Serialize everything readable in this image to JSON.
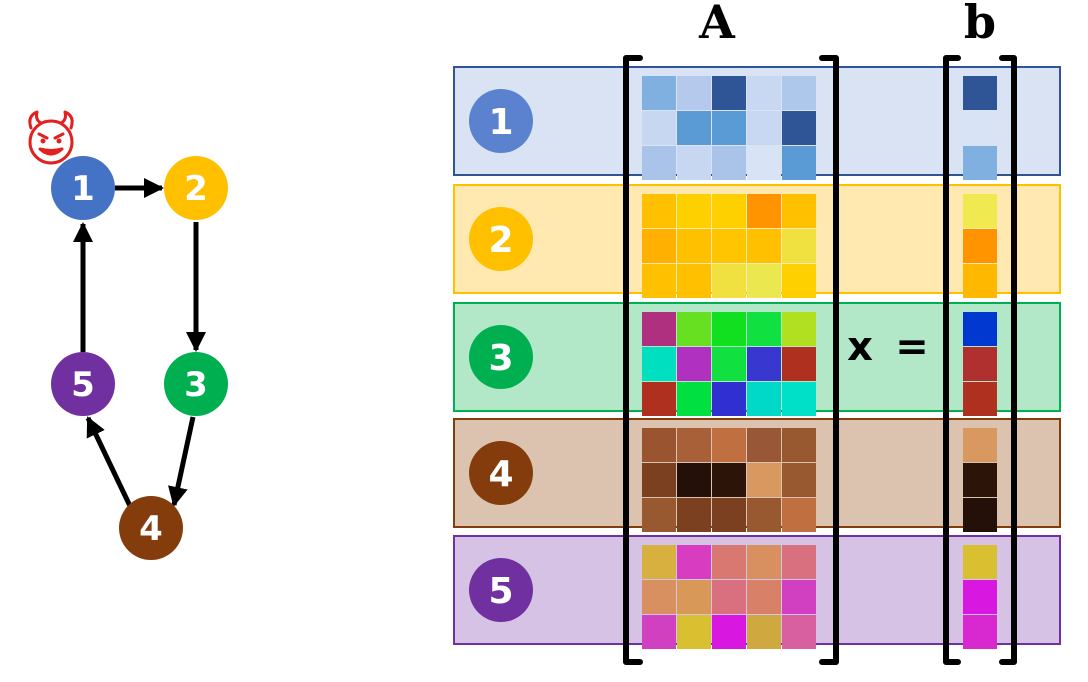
{
  "graph": {
    "attacker_icon": "devil-face-icon",
    "attacker_node": "1",
    "nodes": [
      {
        "label": "1",
        "color": "#4472C4"
      },
      {
        "label": "2",
        "color": "#FFC000"
      },
      {
        "label": "3",
        "color": "#00B050"
      },
      {
        "label": "4",
        "color": "#843C0C"
      },
      {
        "label": "5",
        "color": "#7030A0"
      }
    ],
    "edges": [
      [
        "1",
        "2"
      ],
      [
        "2",
        "3"
      ],
      [
        "3",
        "4"
      ],
      [
        "4",
        "5"
      ],
      [
        "5",
        "1"
      ]
    ]
  },
  "equation": {
    "matrix_label": "A",
    "vector_label": "b",
    "x_symbol": "x",
    "equals_symbol": "="
  },
  "rows": [
    {
      "label": "1",
      "band_fill": "#DAE3F3",
      "band_border": "#2F5597",
      "circle": "#5B82CF",
      "a_cells": [
        [
          "#7FB0E0",
          "#B4C9EC",
          "#2F5597",
          "#C9D8F2",
          "#ADC8EA"
        ],
        [
          "#C7D6F1",
          "#5B9BD5",
          "#5B9BD5",
          "#C9D8F2",
          "#2F5597"
        ],
        [
          "#A9C4E8",
          "#C7D6F1",
          "#A9C4E8",
          "#D9E3F6",
          "#5B9BD5"
        ]
      ],
      "b_cells": [
        "#2F5597",
        "#D9E3F6",
        "#7FB0E0"
      ]
    },
    {
      "label": "2",
      "band_fill": "#FFE9B0",
      "band_border": "#FFC000",
      "circle": "#FFC000",
      "a_cells": [
        [
          "#FFC000",
          "#FFD000",
          "#FFD000",
          "#FF9400",
          "#FFC000"
        ],
        [
          "#FFB000",
          "#FFC000",
          "#FFC600",
          "#FFC000",
          "#F0E040"
        ],
        [
          "#FFC000",
          "#FFC000",
          "#F0E040",
          "#EAE84E",
          "#FFD000"
        ]
      ],
      "b_cells": [
        "#F0EA50",
        "#FF9400",
        "#FFB800"
      ]
    },
    {
      "label": "3",
      "band_fill": "#B2E8C8",
      "band_border": "#00B050",
      "circle": "#00B050",
      "a_cells": [
        [
          "#B03080",
          "#66E020",
          "#10E020",
          "#10E040",
          "#B0E020"
        ],
        [
          "#00E0C0",
          "#B030C0",
          "#10E040",
          "#3838D0",
          "#B03020"
        ],
        [
          "#B03020",
          "#00E040",
          "#3030D0",
          "#00D8C8",
          "#00E0C8"
        ]
      ],
      "b_cells": [
        "#0038D0",
        "#B03030",
        "#B03020"
      ]
    },
    {
      "label": "4",
      "band_fill": "#DCC3B0",
      "band_border": "#843C0C",
      "circle": "#843C0C",
      "a_cells": [
        [
          "#9A5530",
          "#A86038",
          "#C07040",
          "#985838",
          "#985830"
        ],
        [
          "#7A4020",
          "#241008",
          "#2C1408",
          "#D89860",
          "#985830"
        ],
        [
          "#985830",
          "#7A4020",
          "#7A4020",
          "#985830",
          "#C07040"
        ]
      ],
      "b_cells": [
        "#D89860",
        "#2C1408",
        "#241008"
      ]
    },
    {
      "label": "5",
      "band_fill": "#D6C2E4",
      "band_border": "#7030A0",
      "circle": "#7030A0",
      "a_cells": [
        [
          "#D8B040",
          "#D83CC0",
          "#D87870",
          "#D89060",
          "#D87080"
        ],
        [
          "#D89060",
          "#D89858",
          "#D87080",
          "#D88068",
          "#D040C0"
        ],
        [
          "#D040C0",
          "#D8C030",
          "#D818E0",
          "#D0A840",
          "#D860A0"
        ]
      ],
      "b_cells": [
        "#D8C030",
        "#D818E0",
        "#D828D0"
      ]
    }
  ]
}
